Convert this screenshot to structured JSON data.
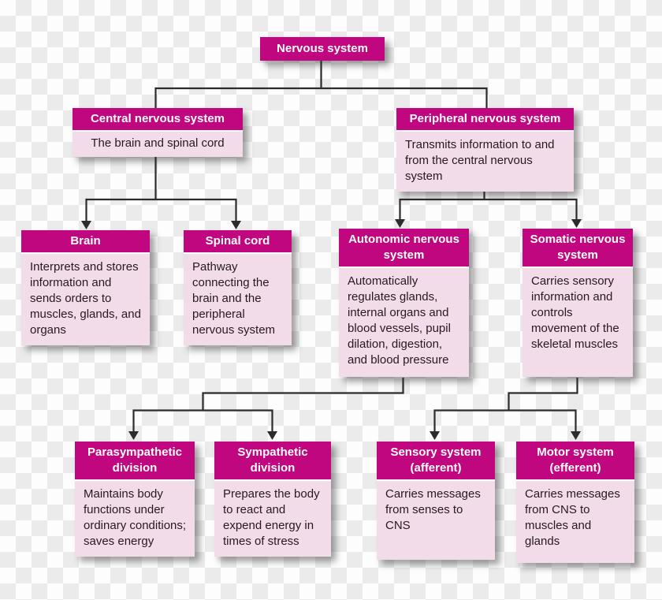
{
  "diagram": {
    "colors": {
      "header_bg": "#c10780",
      "header_text": "#ffffff",
      "body_bg": "#f3dcea",
      "body_text": "#27191f",
      "connector": "#2c2c2c",
      "checker_light": "#fdfdfd",
      "checker_gray": "#ebebeb"
    },
    "nodes": {
      "root": {
        "title": "Nervous system",
        "body": ""
      },
      "cns": {
        "title": "Central nervous system",
        "body": "The brain and spinal cord"
      },
      "pns": {
        "title": "Peripheral nervous system",
        "body": "Transmits information to and from the central nervous system"
      },
      "brain": {
        "title": "Brain",
        "body": "Interprets and stores information and sends orders to muscles, glands, and organs"
      },
      "spinal": {
        "title": "Spinal cord",
        "body": "Pathway connecting the brain and the peripheral nervous system"
      },
      "autonomic": {
        "title": "Autonomic nervous system",
        "body": "Automatically regulates glands, internal organs and blood vessels, pupil dilation, digestion, and blood pressure"
      },
      "somatic": {
        "title": "Somatic nervous system",
        "body": "Carries sensory information and controls movement of the skeletal muscles"
      },
      "para": {
        "title": "Parasympathetic division",
        "body": "Maintains body functions under ordinary conditions; saves energy"
      },
      "symp": {
        "title": "Sympathetic division",
        "body": "Prepares the body to react and expend energy in times of stress"
      },
      "sensory": {
        "title": "Sensory system (afferent)",
        "body": "Carries messages from senses to CNS"
      },
      "motor": {
        "title": "Motor system (efferent)",
        "body": "Carries messages from CNS to muscles and glands"
      }
    },
    "edges": [
      {
        "from": "root",
        "to": "cns",
        "arrowhead": false
      },
      {
        "from": "root",
        "to": "pns",
        "arrowhead": false
      },
      {
        "from": "cns",
        "to": "brain",
        "arrowhead": true
      },
      {
        "from": "cns",
        "to": "spinal",
        "arrowhead": true
      },
      {
        "from": "pns",
        "to": "autonomic",
        "arrowhead": true
      },
      {
        "from": "pns",
        "to": "somatic",
        "arrowhead": true
      },
      {
        "from": "autonomic",
        "to": "para",
        "arrowhead": true
      },
      {
        "from": "autonomic",
        "to": "symp",
        "arrowhead": true
      },
      {
        "from": "somatic",
        "to": "sensory",
        "arrowhead": true
      },
      {
        "from": "somatic",
        "to": "motor",
        "arrowhead": true
      }
    ]
  }
}
